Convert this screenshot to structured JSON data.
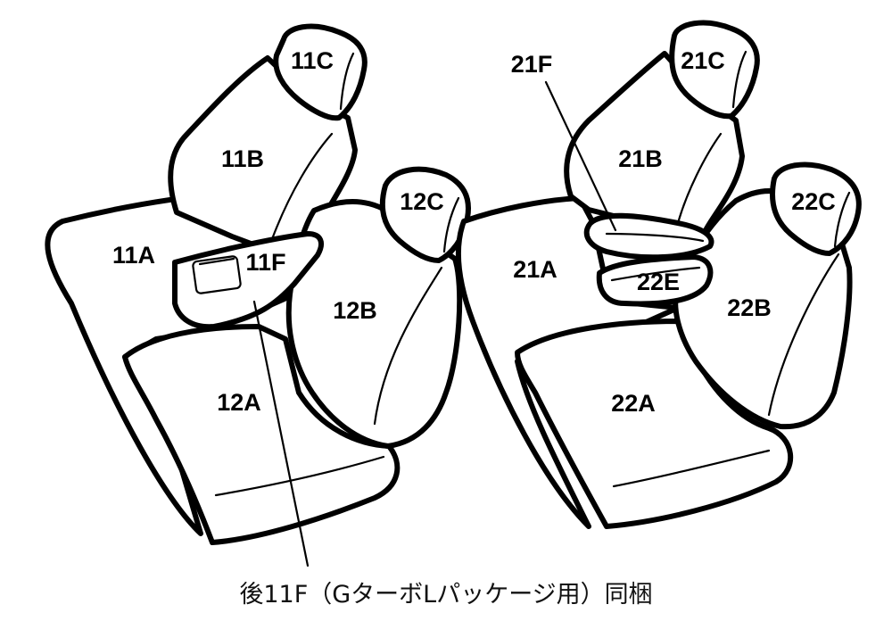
{
  "labels": {
    "l11A": "11A",
    "l11B": "11B",
    "l11C": "11C",
    "l11F": "11F",
    "l12A": "12A",
    "l12B": "12B",
    "l12C": "12C",
    "l21A": "21A",
    "l21B": "21B",
    "l21C": "21C",
    "l21F": "21F",
    "l22A": "22A",
    "l22B": "22B",
    "l22C": "22C",
    "l22E": "22E"
  },
  "caption": "後11F（GターボLパッケージ用）同梱"
}
